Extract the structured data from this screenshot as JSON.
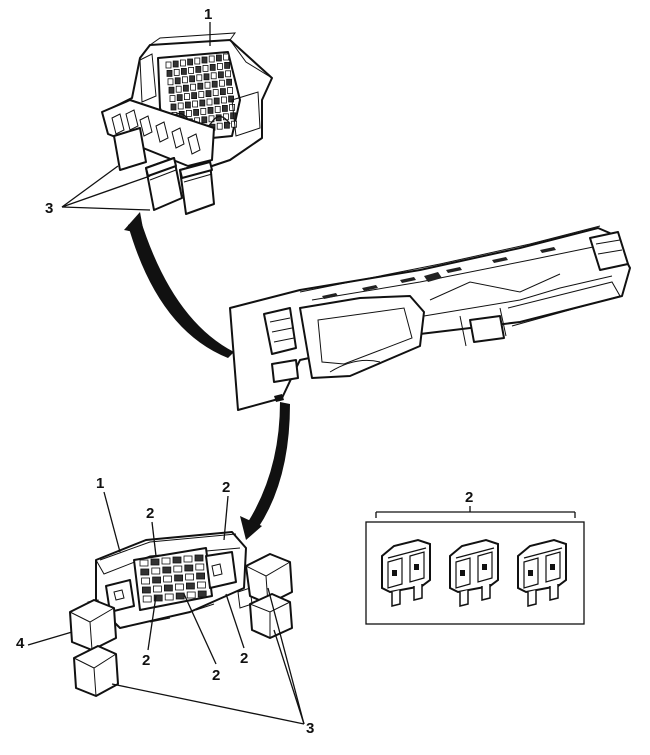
{
  "callouts": {
    "top_fusebox": "1",
    "top_relays": "3",
    "lower_fusebox": "1",
    "lower_fuse_upper_left": "2",
    "lower_fuse_upper_right": "2",
    "lower_fuse_bottom_a": "2",
    "lower_fuse_bottom_b": "2",
    "lower_fuse_bottom_c": "2",
    "lower_relay_4": "4",
    "lower_relays": "3",
    "fuse_inset": "2"
  },
  "fuse_inset": {
    "fuse_count": 3
  }
}
